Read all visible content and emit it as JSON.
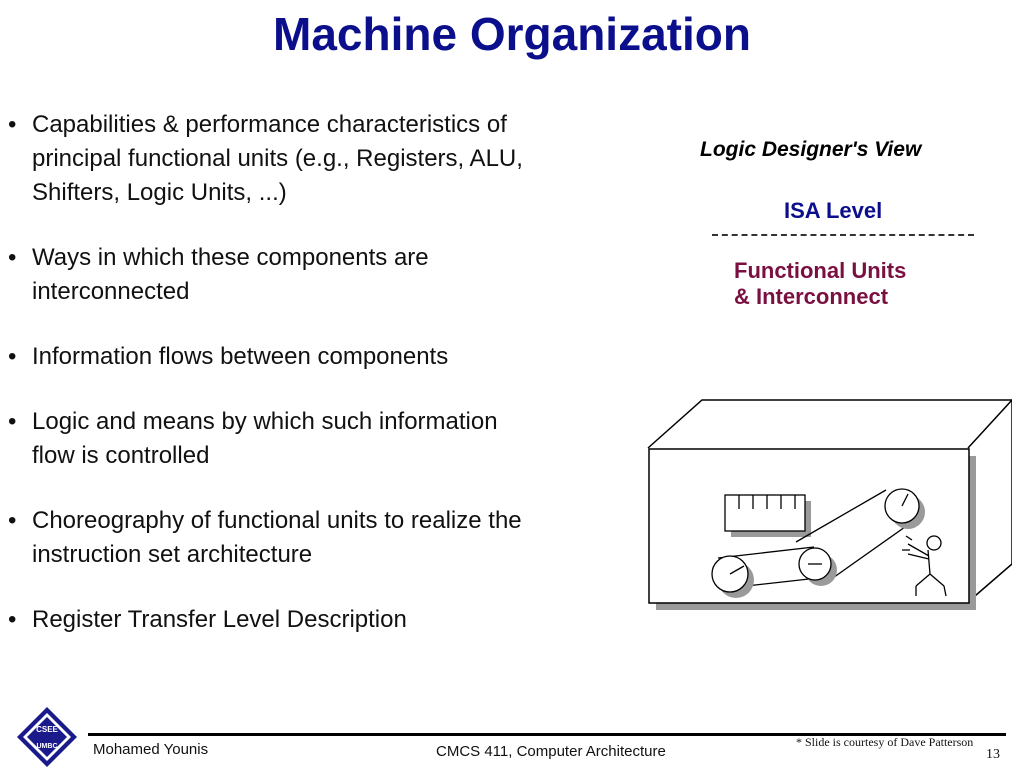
{
  "title": "Machine Organization",
  "bullets": [
    {
      "line1": "Capabilities & performance characteristics of",
      "line2": "principal functional units (e.g., Registers, ALU,",
      "line3": "Shifters, Logic Units, ...)"
    },
    {
      "line1": "Ways in which these components are",
      "line2": "interconnected"
    },
    {
      "line1": "Information flows between components"
    },
    {
      "line1": "Logic and means by which such information",
      "line2": "flow is controlled"
    },
    {
      "line1": "Choreography of functional units to realize the",
      "line2": "instruction set architecture"
    },
    {
      "line1": "Register Transfer Level Description"
    }
  ],
  "bullet_symbol": "•",
  "side": {
    "designer_view": "Logic Designer's View",
    "isa_level": "ISA Level",
    "functional_units_1": "Functional Units",
    "functional_units_2": "& Interconnect"
  },
  "footer": {
    "author": "Mohamed Younis",
    "course": "CMCS 411, Computer Architecture",
    "courtesy": "* Slide is courtesy of Dave Patterson",
    "page": "13"
  },
  "logo": {
    "top": "CSEE",
    "bottom": "UMBC"
  },
  "colors": {
    "title": "#0c0f8c",
    "isa": "#0c0f8c",
    "functional_units": "#7a1040"
  }
}
